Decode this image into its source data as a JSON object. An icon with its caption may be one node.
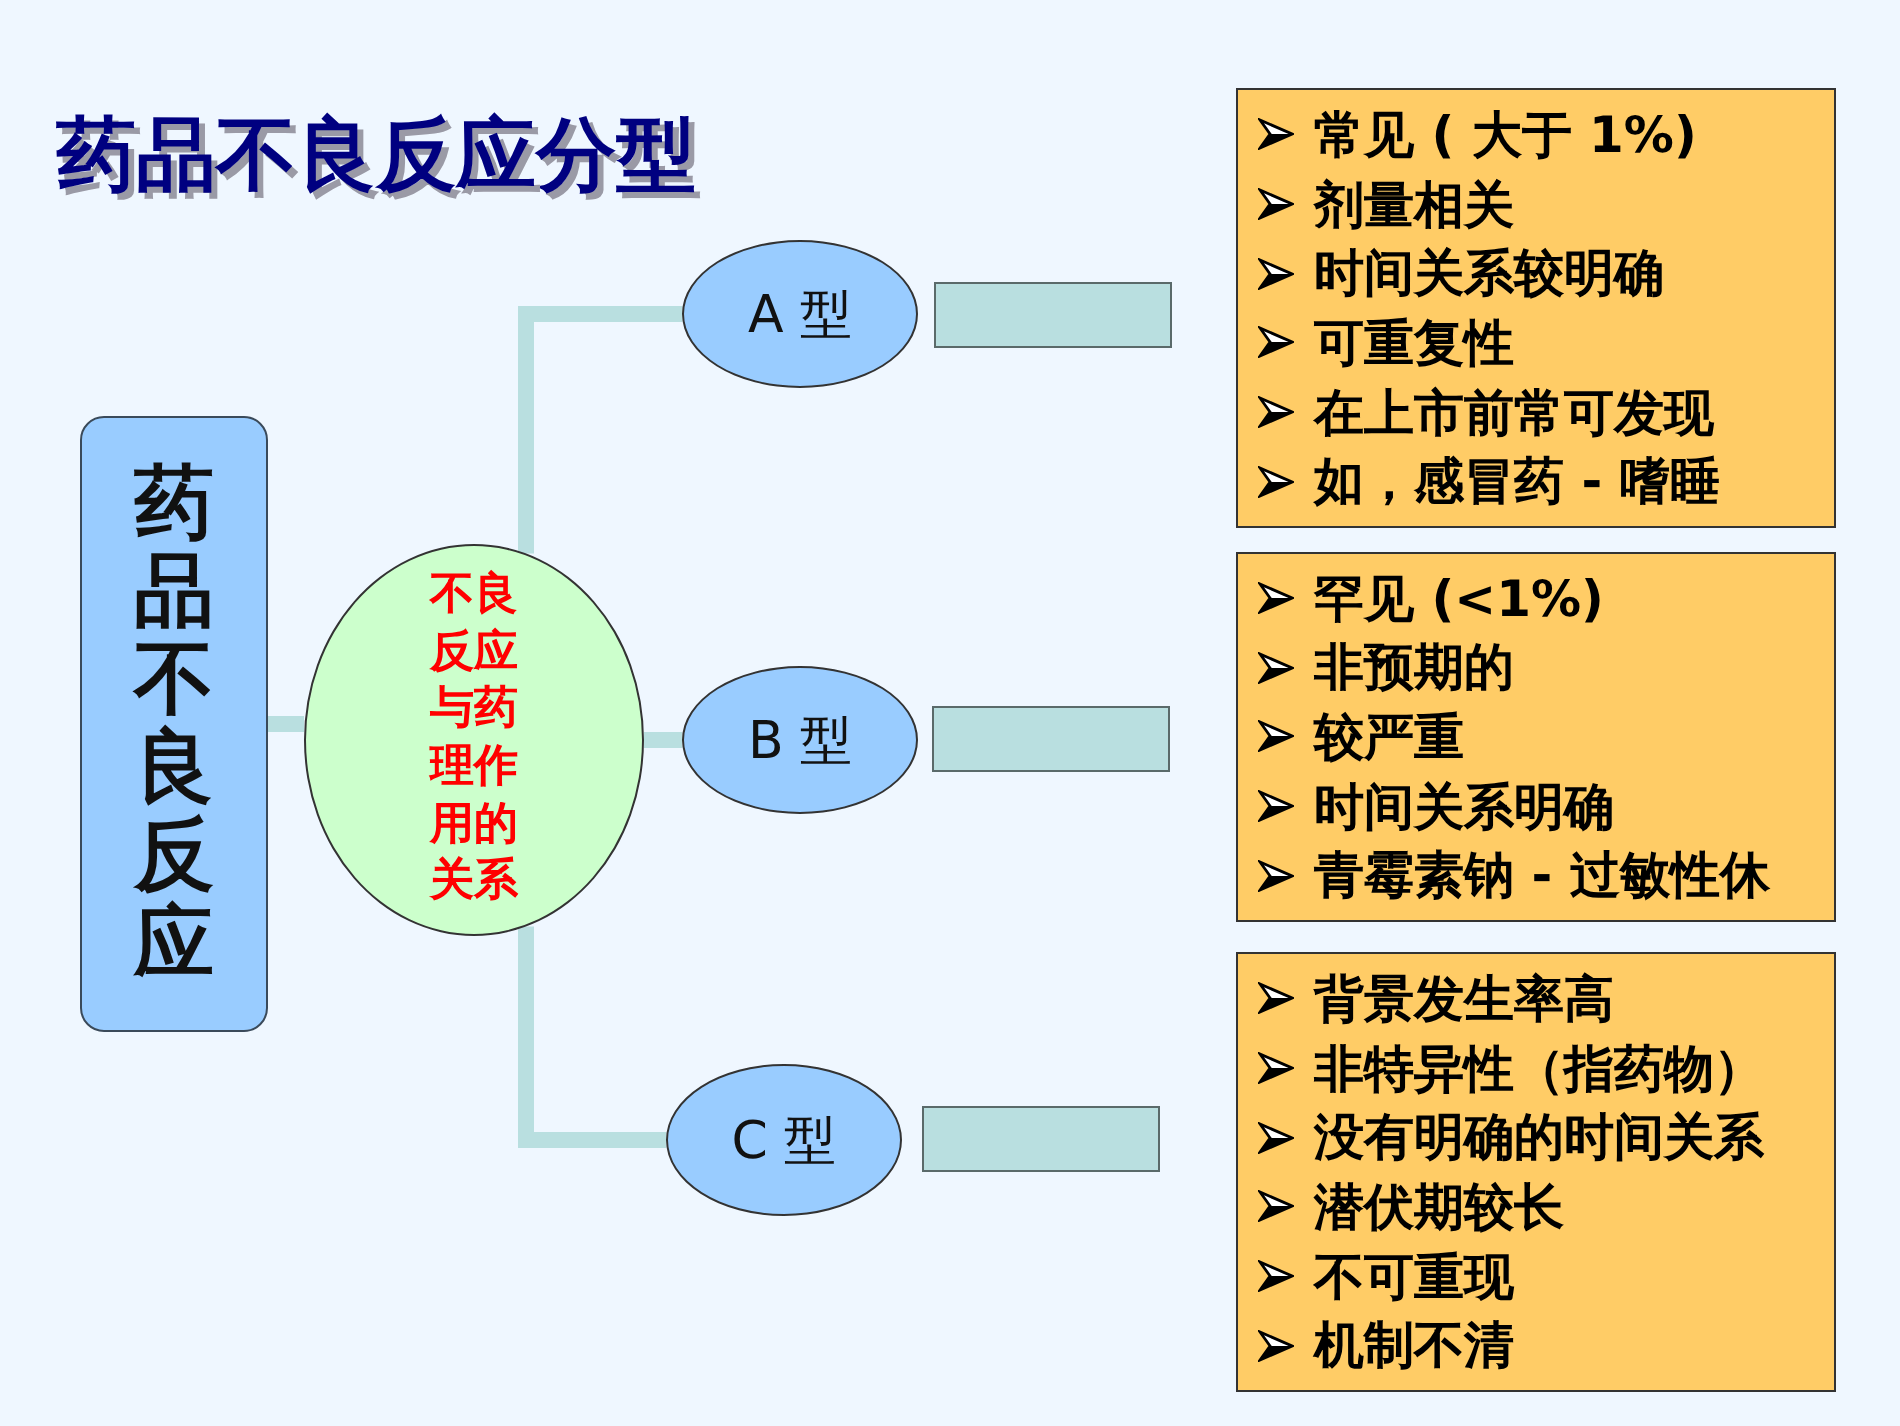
{
  "diagram": {
    "title": "药品不良反应分型",
    "nodes": [
      {
        "text": [
          "药品不良反应"
        ]
      },
      {
        "text": [
          "不良反应与药理作用的关系"
        ]
      },
      {
        "text": [
          "A 型"
        ]
      },
      {
        "text": [],
        "shape": "box"
      },
      {
        "text": [
          "常见 ( 大于 1%)",
          "剂量相关",
          "时间关系较明确",
          "可重复性",
          "在上市前常可发现",
          "如，感冒药 - 嗜睡"
        ]
      },
      {
        "text": [
          "B 型"
        ]
      },
      {
        "text": [],
        "shape": "box"
      },
      {
        "text": [
          "罕见 (<1%)",
          "非预期的",
          "较严重",
          "时间关系明确",
          "青霉素钠 - 过敏性休"
        ]
      },
      {
        "text": [
          "C 型"
        ]
      },
      {
        "text": [],
        "shape": "box"
      },
      {
        "text": [
          "背景发生率高",
          "非特异性（指药物）",
          "没有明确的时间关系",
          "潜伏期较长",
          "不可重现",
          "机制不清"
        ]
      }
    ],
    "edges": [
      {
        "from": 0,
        "to": 1,
        "arrow": "none"
      },
      {
        "from": 1,
        "to": 2,
        "arrow": "none"
      },
      {
        "from": 1,
        "to": 5,
        "arrow": "none"
      },
      {
        "from": 1,
        "to": 8,
        "arrow": "none"
      }
    ]
  }
}
